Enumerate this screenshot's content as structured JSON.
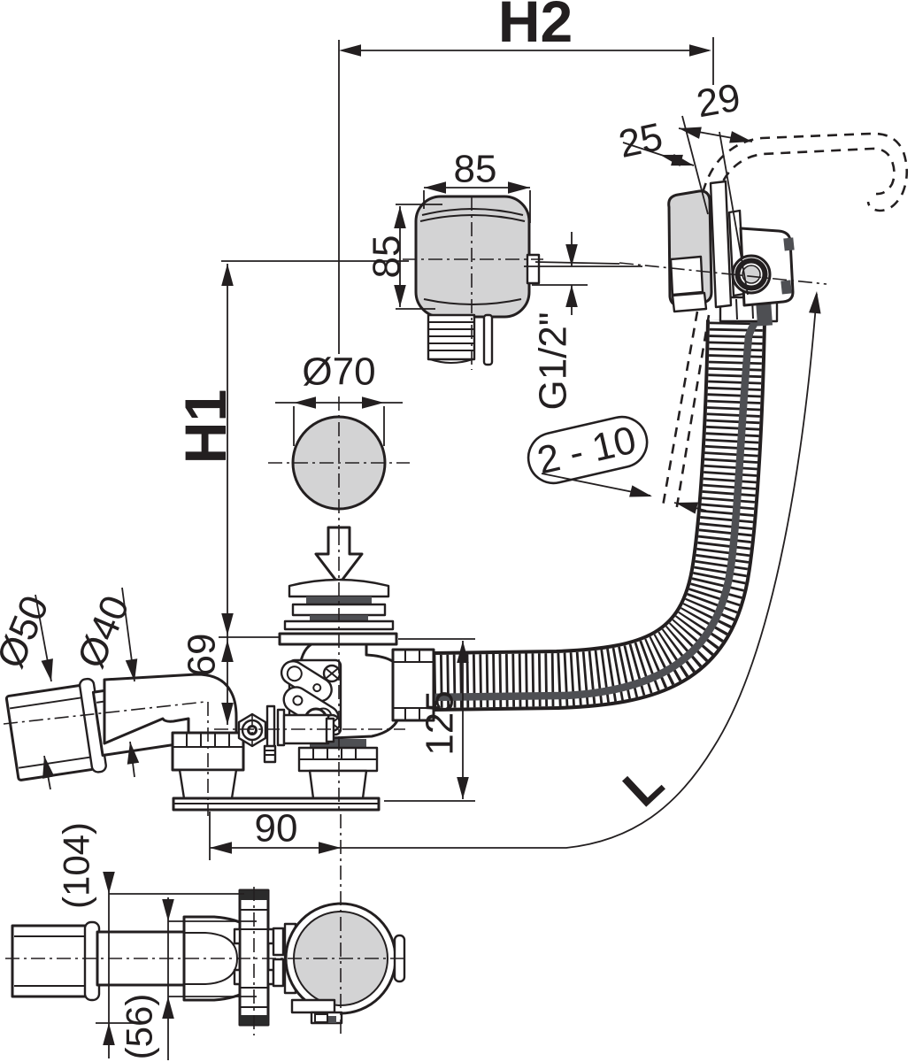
{
  "diagram": {
    "title": "Bath waste and overflow set – dimensioned technical drawing",
    "type": "technical-drawing",
    "colors": {
      "line": "#231f20",
      "part_gray": "#d3d3d4",
      "dark_gray": "#4e4f53",
      "background": "#ffffff"
    },
    "labels": {
      "h2": "H2",
      "h1": "H1",
      "length": "L",
      "dim_29": "29",
      "dim_25": "25",
      "knob_width": "85",
      "knob_height": "85",
      "thread": "G1/2\"",
      "plug_diameter": "Ø70",
      "wall_thickness_range": "2 - 10",
      "outlet_large": "Ø50",
      "outlet_small": "Ø40",
      "dim_69": "69",
      "dim_125": "125",
      "dim_90": "90",
      "dim_104": "(104)",
      "dim_56": "(56)"
    }
  }
}
